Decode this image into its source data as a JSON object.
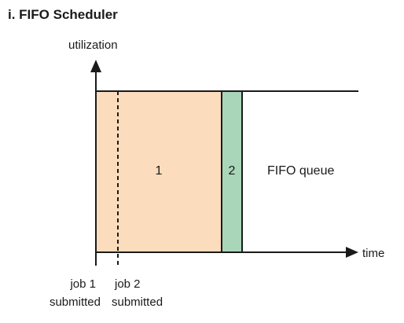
{
  "title": "i. FIFO Scheduler",
  "axes": {
    "y_label": "utilization",
    "x_label": "time"
  },
  "jobs": [
    {
      "label": "1",
      "color": "#fbdcbc"
    },
    {
      "label": "2",
      "color": "#a9d6b8"
    }
  ],
  "queue_label": "FIFO queue",
  "markers": [
    {
      "line1": "job 1",
      "line2": "submitted"
    },
    {
      "line1": "job 2",
      "line2": "submitted"
    }
  ],
  "colors": {
    "ink": "#1a1a1a"
  }
}
